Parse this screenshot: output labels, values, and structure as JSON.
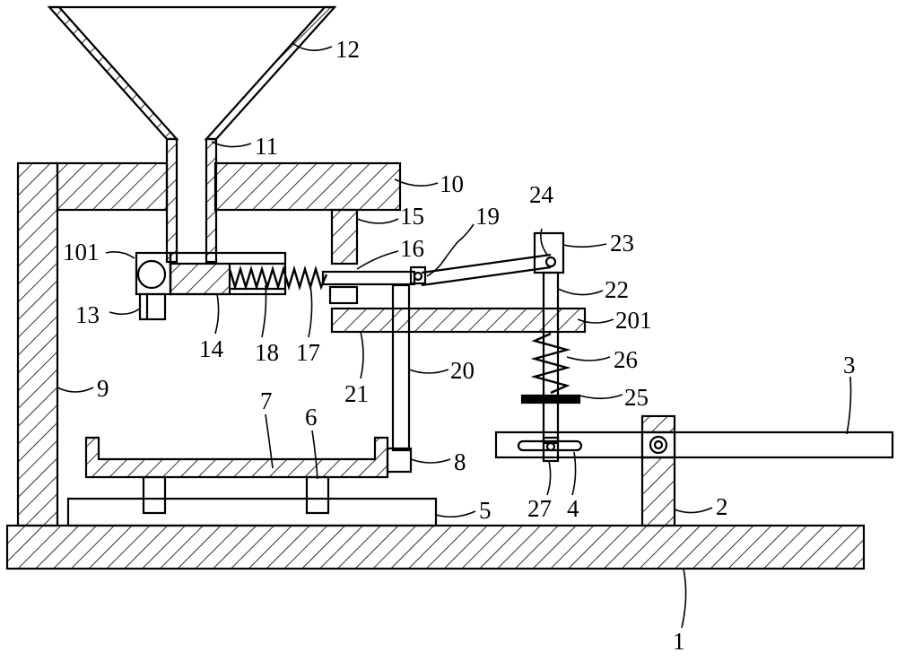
{
  "labels": {
    "l1": "1",
    "l2": "2",
    "l3": "3",
    "l4": "4",
    "l5": "5",
    "l6": "6",
    "l7": "7",
    "l8": "8",
    "l9": "9",
    "l10": "10",
    "l101": "101",
    "l11": "11",
    "l12": "12",
    "l13": "13",
    "l14": "14",
    "l15": "15",
    "l16": "16",
    "l17": "17",
    "l18": "18",
    "l19": "19",
    "l20": "20",
    "l201": "201",
    "l21": "21",
    "l22": "22",
    "l23": "23",
    "l24": "24",
    "l25": "25",
    "l26": "26",
    "l27": "27"
  },
  "colors": {
    "line": "#000000",
    "background": "#ffffff"
  }
}
